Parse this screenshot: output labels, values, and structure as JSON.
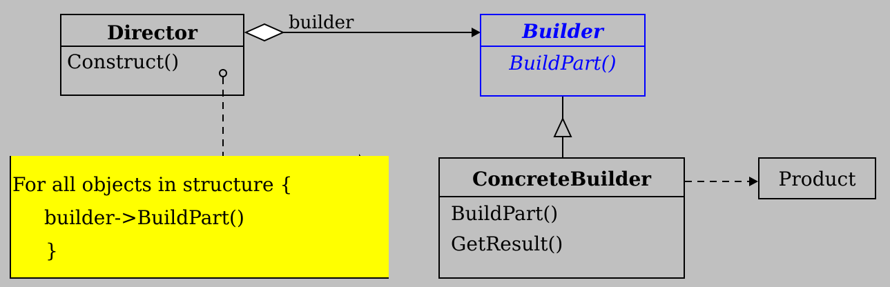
{
  "director": {
    "name": "Director",
    "operation": "Construct()"
  },
  "builder": {
    "name": "Builder",
    "operation": "BuildPart()",
    "color": "#0000ff"
  },
  "concrete_builder": {
    "name": "ConcreteBuilder",
    "operations": [
      "BuildPart()",
      "GetResult()"
    ]
  },
  "product": {
    "name": "Product"
  },
  "association": {
    "role": "builder"
  },
  "note": {
    "lines": [
      "For all objects in structure {",
      "builder->BuildPart()",
      "}"
    ],
    "color": "#ffff00"
  }
}
